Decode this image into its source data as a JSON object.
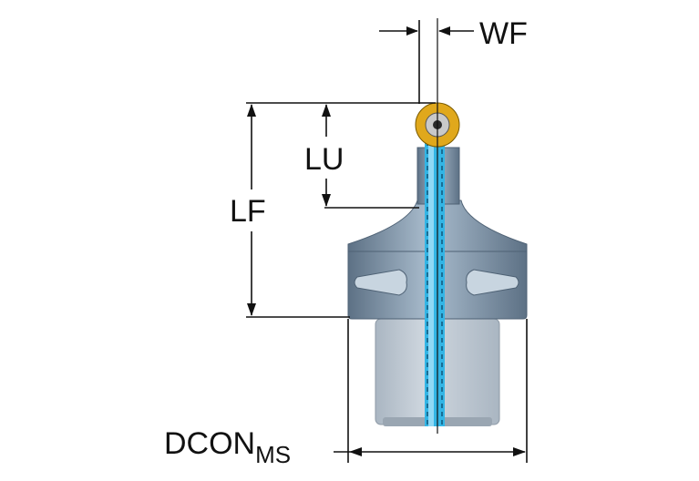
{
  "diagram": {
    "labels": {
      "wf": "WF",
      "lu": "LU",
      "lf": "LF",
      "dcon_main": "DCON",
      "dcon_sub": "MS"
    },
    "colors": {
      "body": "#7a8ea2",
      "body_dark": "#5d7185",
      "body_light": "#a9bccd",
      "coolant": "#33b5e5",
      "coolant_light": "#8fd8f5",
      "insert_ring": "#e0a81c",
      "insert_center": "#c9c9c9",
      "shank": "#aab6c2",
      "shank_light": "#cfd7df",
      "line": "#111111"
    }
  }
}
